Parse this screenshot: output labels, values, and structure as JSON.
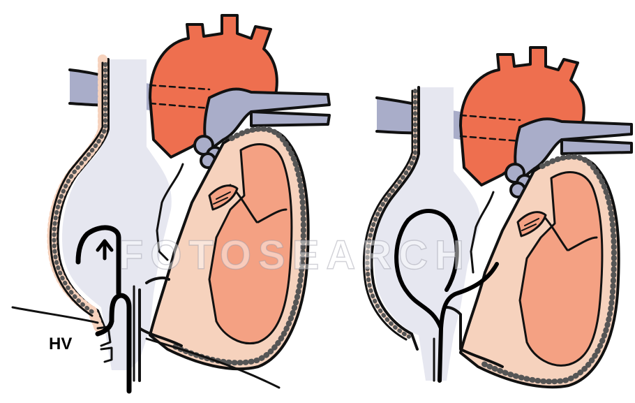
{
  "labels": {
    "hepatic_vein": "HV"
  },
  "watermark": {
    "text": "FOTOSEARCH"
  },
  "colors": {
    "aorta_red": "#ee6f4f",
    "vessel_blue": "#a9adc9",
    "vessel_blue_dark": "#8f94b8",
    "chamber_light": "#e6e7f0",
    "wall_pink": "#f6d2bd",
    "ventricle_salmon": "#f4a183",
    "outline": "#111111"
  },
  "figures": [
    "catheter-entering-from-hepatic-vein",
    "catheter-looped-in-right-atrium"
  ]
}
